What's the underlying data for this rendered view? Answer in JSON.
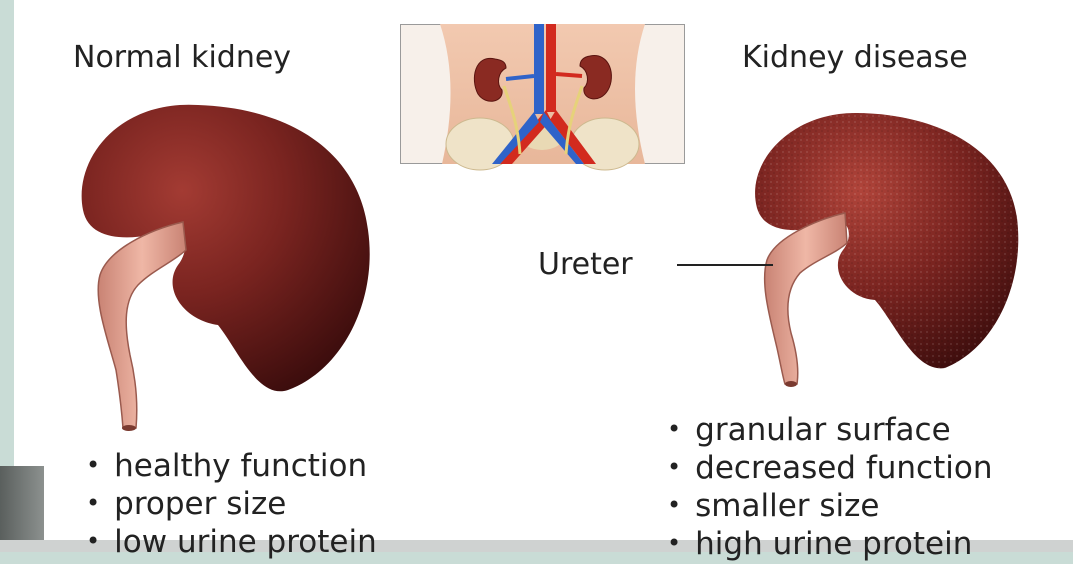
{
  "left": {
    "title": "Normal kidney",
    "bullets": [
      "healthy function",
      "proper size",
      "low urine protein"
    ]
  },
  "right": {
    "title": "Kidney disease",
    "bullets": [
      "granular surface",
      "decreased function",
      "smaller size",
      "high urine protein"
    ]
  },
  "ureter_label": "Ureter",
  "colors": {
    "kidney_dark": "#3a0c0c",
    "kidney_mid": "#7a2420",
    "ureter": "#d89a8c",
    "artery": "#d22a1e",
    "vein": "#2f63c9"
  }
}
